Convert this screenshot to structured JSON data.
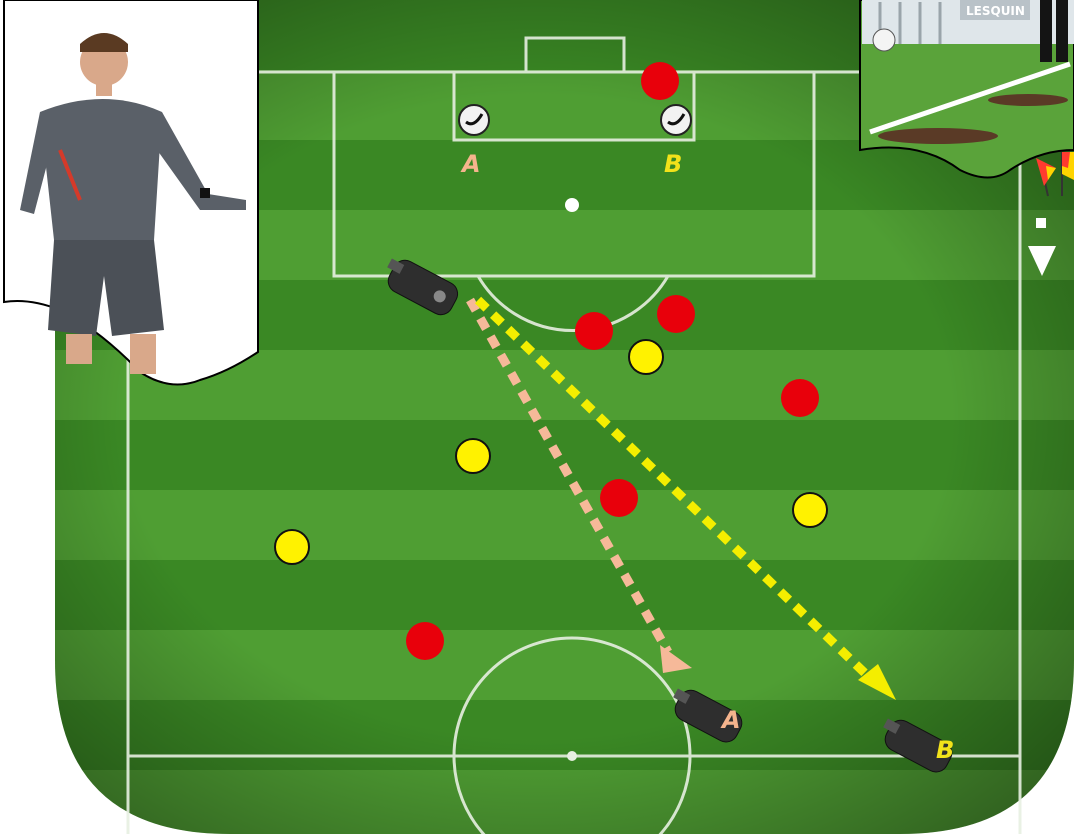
{
  "penalty_labels": {
    "a": "A",
    "b": "B"
  },
  "whistle_labels": {
    "a": "A",
    "b": "B"
  },
  "inset_banner_text": "LESQUIN",
  "colors": {
    "grass_dark": "#2f7a1c",
    "grass_light": "#4f9e33",
    "line": "#e7efe1",
    "red_player": "#e8000b",
    "yellow_player": "#fff200",
    "arrow_a": "#f6b999",
    "arrow_b": "#f4ee00",
    "label_a": "#f5b48d",
    "label_b": "#f2e21a",
    "whistle": "#2e2e2e"
  },
  "icons": {
    "referee": "referee-photo",
    "inset": "assistant-referee-photo",
    "flags": "flags-icon",
    "whistle": "whistle-icon",
    "ball": "ball-icon",
    "down_arrow": "down-arrow-icon"
  }
}
